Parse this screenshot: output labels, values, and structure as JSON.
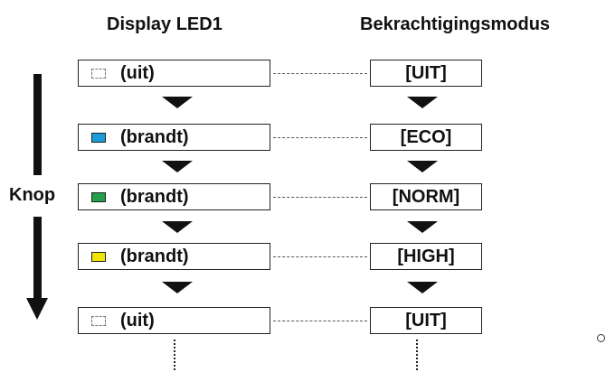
{
  "headers": {
    "left": "Display LED1",
    "right": "Bekrachtigingsmodus"
  },
  "side_label": "Knop",
  "rows": [
    {
      "led_state": "(uit)",
      "led_color": "off",
      "mode": "[UIT]"
    },
    {
      "led_state": "(brandt)",
      "led_color": "#1a9cd8",
      "mode": "[ECO]"
    },
    {
      "led_state": "(brandt)",
      "led_color": "#22a04a",
      "mode": "[NORM]"
    },
    {
      "led_state": "(brandt)",
      "led_color": "#f1e400",
      "mode": "[HIGH]"
    },
    {
      "led_state": "(uit)",
      "led_color": "off",
      "mode": "[UIT]"
    }
  ]
}
